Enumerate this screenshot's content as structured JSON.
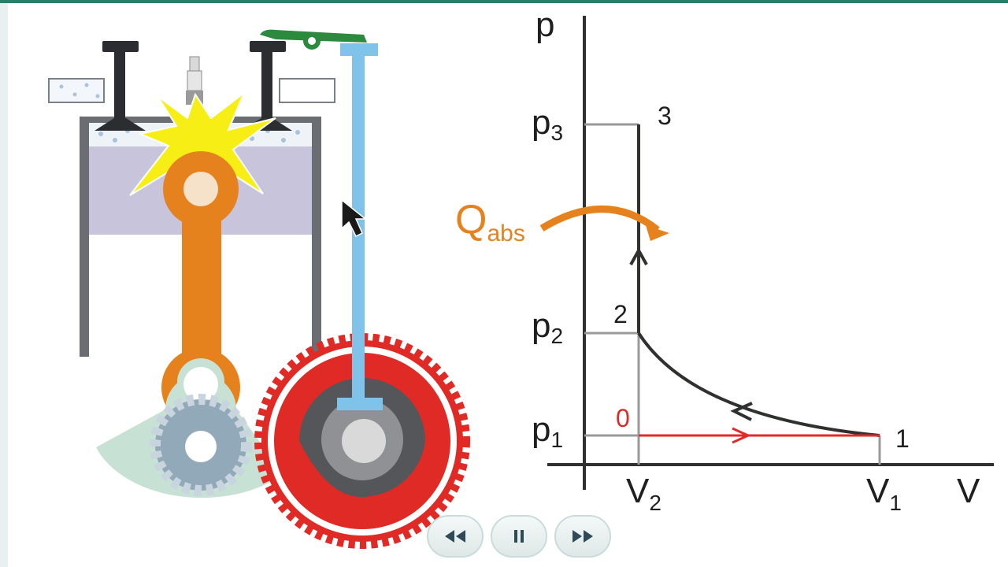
{
  "diagram": {
    "axes": {
      "y_label": "p",
      "x_label": "V"
    },
    "pressure_labels": {
      "p3": "3",
      "p2": "2",
      "p1": "1"
    },
    "volume_labels": {
      "v2": "2",
      "v1": "1"
    },
    "point_labels": {
      "p0": "0",
      "p1": "1",
      "p2": "2",
      "p3": "3"
    },
    "heat": {
      "main": "Q",
      "sub": "abs"
    }
  },
  "controls": {
    "rewind_icon": "rewind-icon",
    "pause_icon": "pause-icon",
    "forward_icon": "fast-forward-icon"
  },
  "colors": {
    "spring": "#2f312f",
    "orange": "#e6821e",
    "red": "#e02a25",
    "blue": "#7fc3ea",
    "green_arm": "#2b8a3e"
  }
}
